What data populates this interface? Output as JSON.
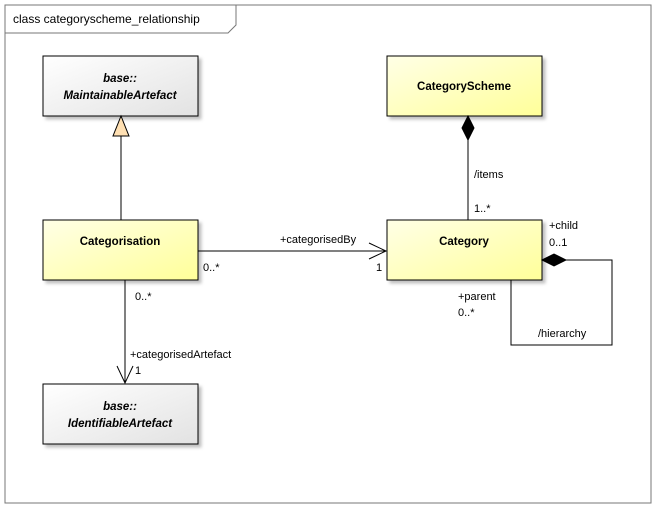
{
  "diagram": {
    "frame_title": "class categoryscheme_relationship",
    "classes": {
      "maintainable": {
        "line1": "base::",
        "line2": "MaintainableArtefact"
      },
      "categoryscheme": {
        "name": "CategoryScheme"
      },
      "categorisation": {
        "name": "Categorisation"
      },
      "category": {
        "name": "Category"
      },
      "identifiable": {
        "line1": "base::",
        "line2": "IdentifiableArtefact"
      }
    },
    "edges": {
      "categorised_by": {
        "role": "+categorisedBy",
        "source_mult": "0..*",
        "target_mult": "1"
      },
      "categorised_artefact": {
        "source_mult": "0..*",
        "role": "+categorisedArtefact",
        "target_mult": "1"
      },
      "items": {
        "name": "/items",
        "target_mult": "1..*"
      },
      "hierarchy": {
        "name": "/hierarchy",
        "child_role": "+child",
        "child_mult": "0..1",
        "parent_role": "+parent",
        "parent_mult": "0..*"
      }
    },
    "colors": {
      "abstract_fill": "#f2f2f2",
      "concrete_fill": "#ffffcc",
      "generalization_head": "#ffe0b3",
      "border": "#000000"
    }
  }
}
